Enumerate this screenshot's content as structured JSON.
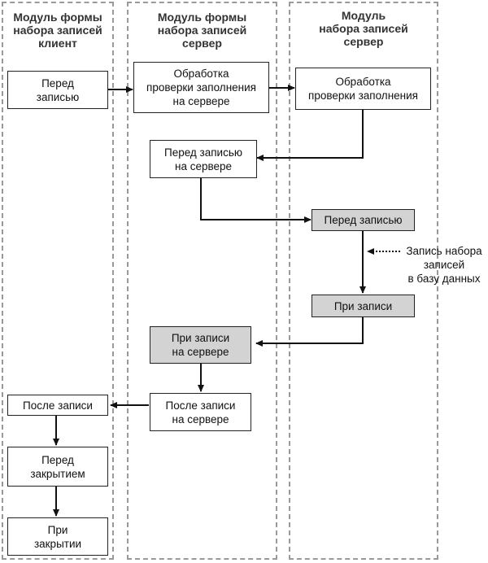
{
  "lanes": {
    "client": {
      "title": "Модуль формы\nнабора записей\nклиент"
    },
    "server": {
      "title": "Модуль формы\nнабора записей\nсервер"
    },
    "recordset": {
      "title": "Модуль\nнабора записей\nсервер"
    }
  },
  "steps": {
    "before_write_client": "Перед\nзаписью",
    "fill_check_form_server": "Обработка\nпроверки заполнения\nна сервере",
    "fill_check_recordset": "Обработка\nпроверки заполнения",
    "before_write_server": "Перед записью\nна сервере",
    "before_write_recordset": "Перед записью",
    "on_write_recordset": "При записи",
    "on_write_server": "При записи\nна сервере",
    "after_write_server": "После записи\nна сервере",
    "after_write_client": "После записи",
    "before_close": "Перед\nзакрытием",
    "on_close": "При\nзакрытии"
  },
  "notes": {
    "db_write": "Запись набора\nзаписей\nв базу данных"
  },
  "colors": {
    "highlight_fill": "#d3d3d3",
    "lane_border": "#9a9a9a"
  }
}
